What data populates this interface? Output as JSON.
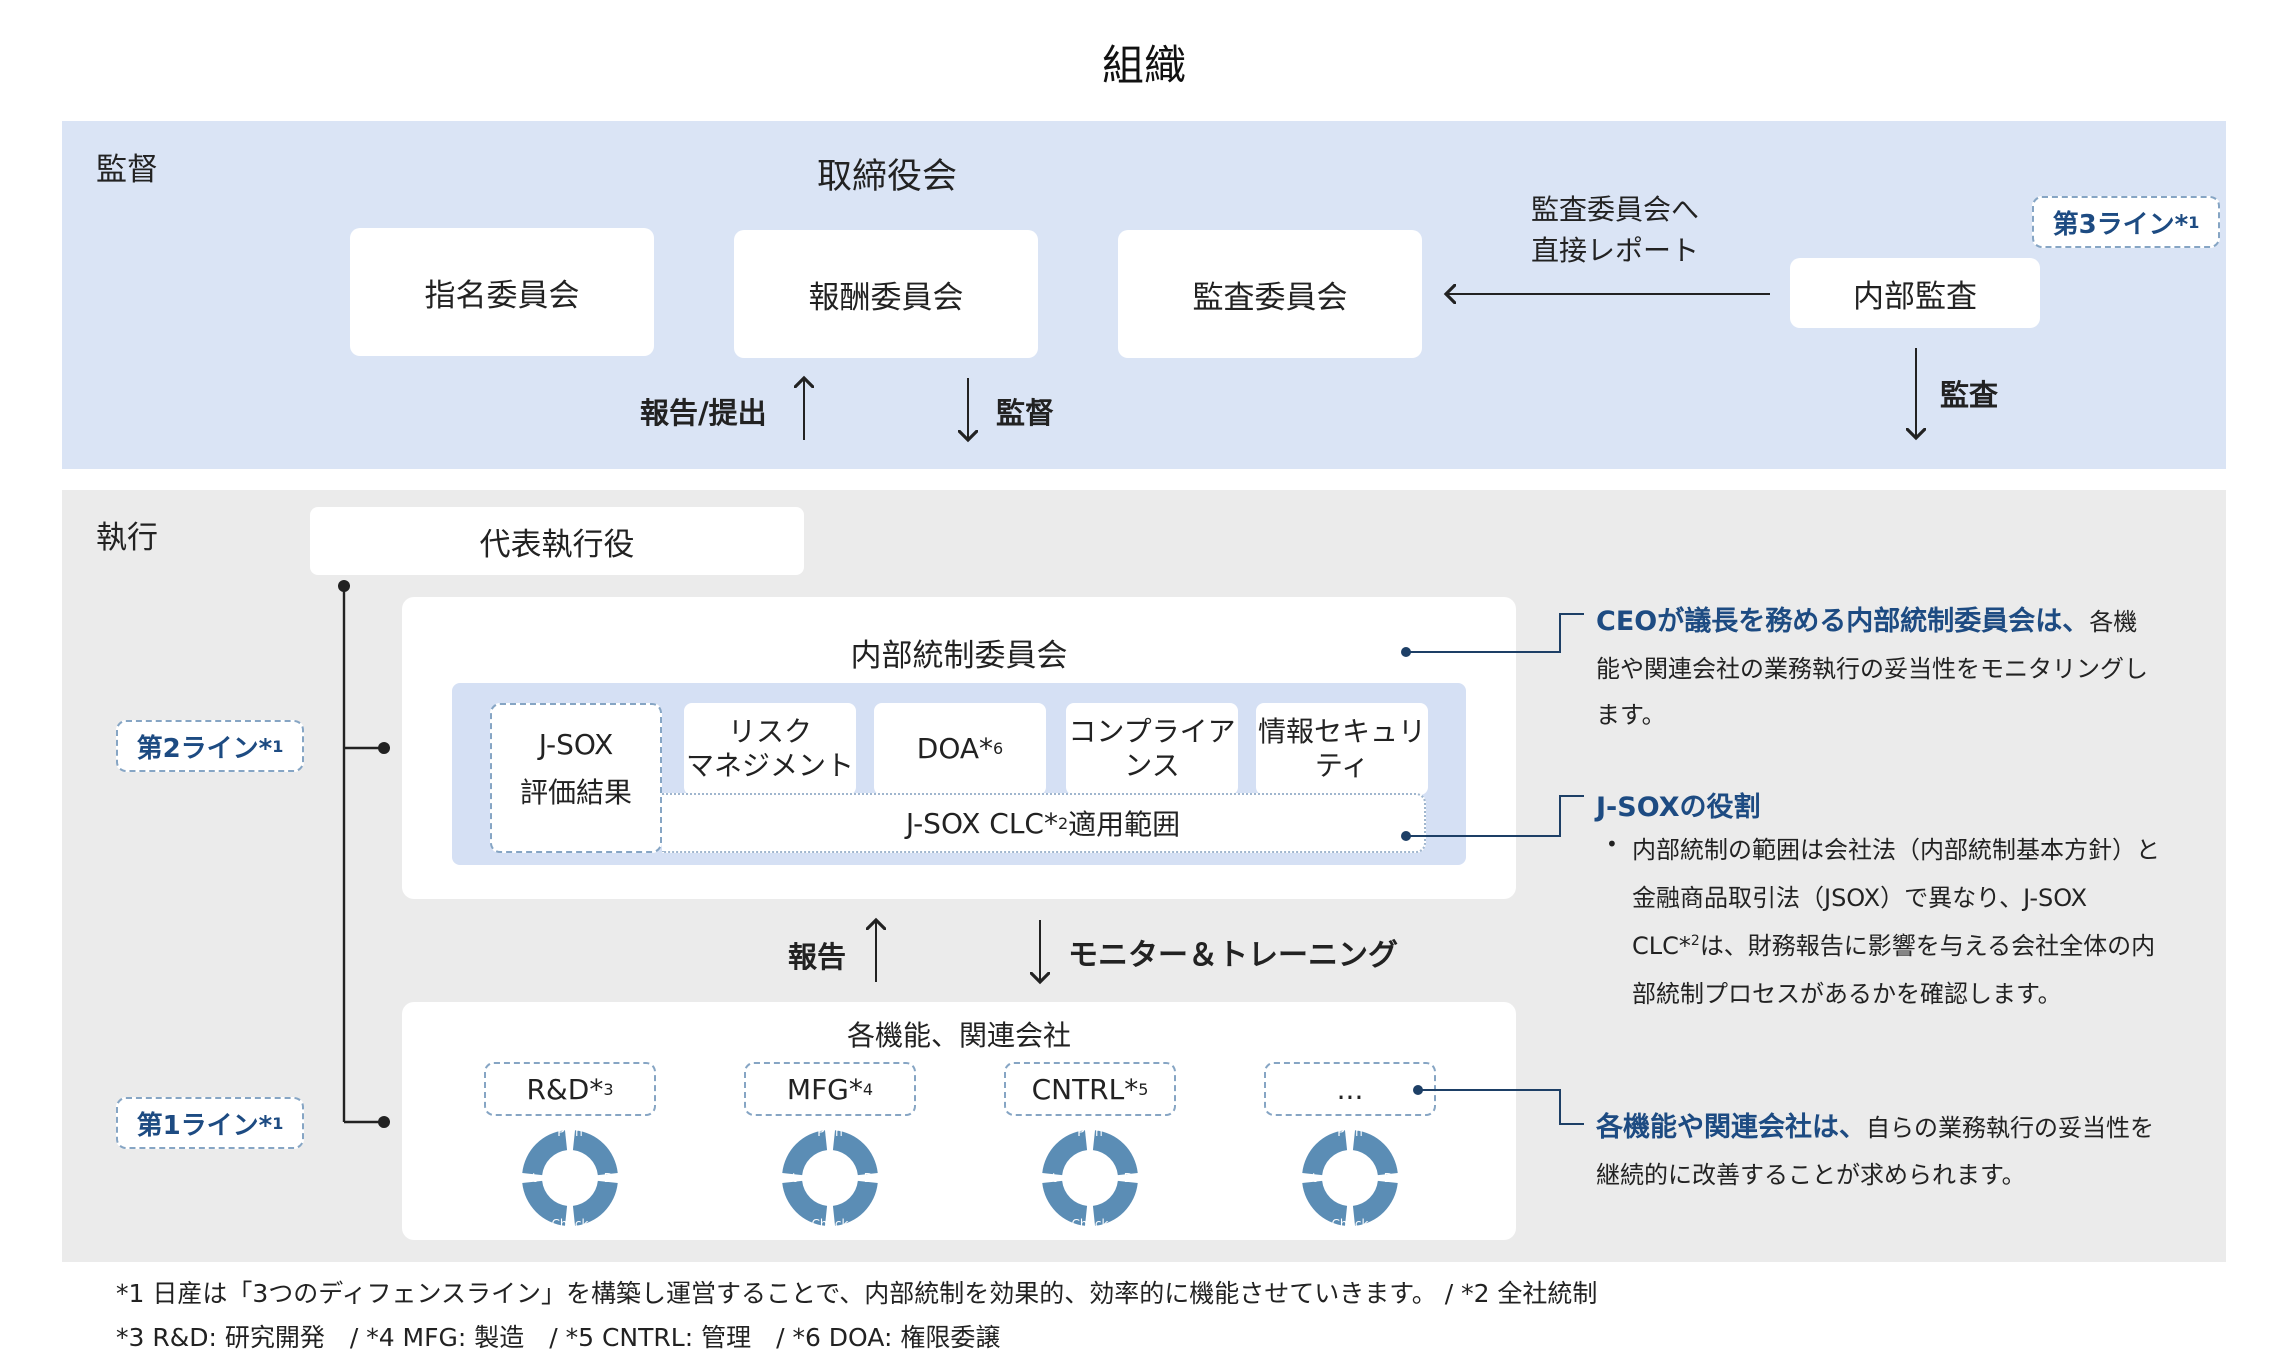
{
  "title": "組織",
  "supervision": {
    "label": "監督",
    "board": "取締役会",
    "committees": [
      "指名委員会",
      "報酬委員会",
      "監査委員会"
    ],
    "internal_audit": "内部監査",
    "direct_report_line1": "監査委員会へ",
    "direct_report_line2": "直接レポート",
    "line3_tag": "第3ライン*",
    "line3_sup": "1",
    "arrow_report": "報告/提出",
    "arrow_supervise": "監督",
    "arrow_audit": "監査"
  },
  "execution": {
    "label": "執行",
    "ceo": "代表執行役",
    "line2_tag": "第2ライン*",
    "line2_sup": "1",
    "line1_tag": "第1ライン*",
    "line1_sup": "1",
    "committee": "内部統制委員会",
    "jsox_line1": "J-SOX",
    "jsox_line2": "評価結果",
    "cells": {
      "risk_line1": "リスク",
      "risk_line2": "マネジメント",
      "doa": "DOA*",
      "doa_sup": "6",
      "compliance_line1": "コンプライア",
      "compliance_line2": "ンス",
      "infosec_line1": "情報セキュリ",
      "infosec_line2": "ティ"
    },
    "clc_a": "J-SOX CLC*",
    "clc_sup": "2",
    "clc_b": " 適用範囲",
    "arrow_report": "報告",
    "arrow_monitor": "モニター＆トレーニング",
    "functions_title": "各機能、関連会社",
    "functions": [
      {
        "label": "R&D*",
        "sup": "3"
      },
      {
        "label": "MFG*",
        "sup": "4"
      },
      {
        "label": "CNTRL*",
        "sup": "5"
      },
      {
        "label": "...",
        "sup": ""
      }
    ],
    "pdca": {
      "plan": "Plan",
      "do": "Do",
      "check": "Check",
      "act": "Act"
    }
  },
  "notes": {
    "n1_hl": "CEOが議長を務める内部統制委員会は、",
    "n1_a": "各機",
    "n1_b": "能や関連会社の業務執行の妥当性をモニタリングし",
    "n1_c": "ます。",
    "n2_hl": "J-SOXの役割",
    "n2_l1": "内部統制の範囲は会社法（内部統制基本方針）と",
    "n2_l2": "金融商品取引法（JSOX）で異なり、J-SOX",
    "n2_l3a": "CLC*",
    "n2_l3sup": "2",
    "n2_l3b": "は、財務報告に影響を与える会社全体の内",
    "n2_l4": "部統制プロセスがあるかを確認します。",
    "n3_hl": "各機能や関連会社は、",
    "n3_a": "自らの業務執行の妥当性を",
    "n3_b": "継続的に改善することが求められます。"
  },
  "footnotes": {
    "line1": "*1 日産は「3つのディフェンスライン」を構築し運営することで、内部統制を効果的、効率的に機能させていきます。 / *2 全社統制",
    "line2": "*3 R&D: 研究開発　/ *4 MFG: 製造　/ *5 CNTRL: 管理　/ *6 DOA: 権限委譲"
  },
  "colors": {
    "supervision_bg": "#dae4f5",
    "execution_bg": "#ebebeb",
    "accent": "#1d4b82",
    "pdca_blue": "#5b8db5"
  }
}
